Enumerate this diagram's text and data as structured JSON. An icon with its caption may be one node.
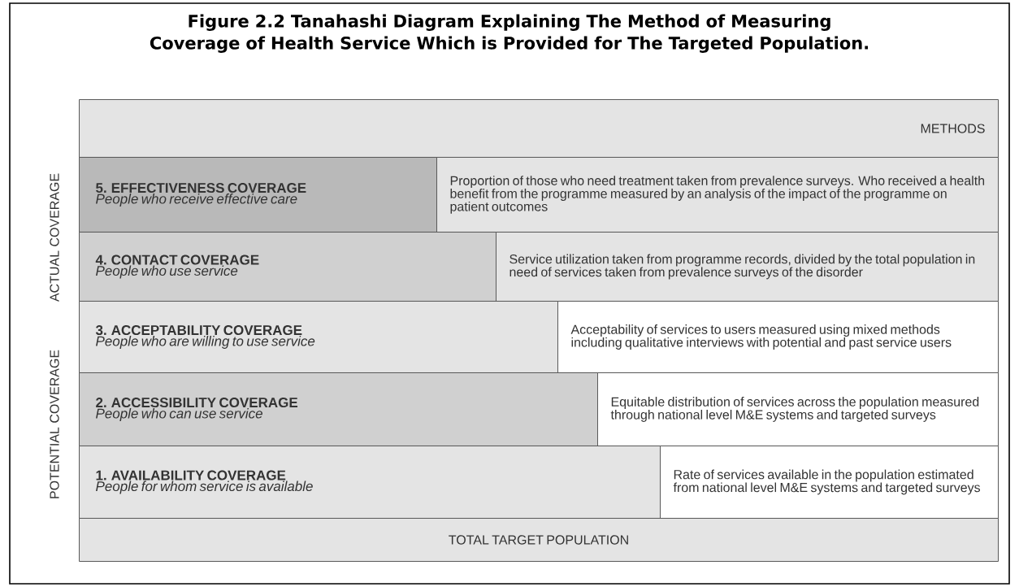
{
  "diagram": {
    "title": "Figure 2.2 Tanahashi Diagram Explaining The Method of Measuring Coverage of Health Service Which is Provided for The Targeted Population.",
    "nodes": [
      {
        "text": [
          "METHODS"
        ]
      },
      {
        "text": [
          "5. EFFECTIVENESS COVERAGE",
          "People who receive effective care"
        ]
      },
      {
        "text": [
          "Proportion of those who need treatment taken from prevalence surveys. Who received a health benefit from the programme measured by an analysis of the impact of the programme on patient outcomes"
        ]
      },
      {
        "text": [
          "4. CONTACT COVERAGE",
          "People who use service"
        ]
      },
      {
        "text": [
          "Service utilization taken from programme records, divided by the total population in need of services taken from prevalence surveys of the disorder"
        ]
      },
      {
        "text": [
          "3. ACCEPTABILITY COVERAGE",
          "People who are willing to use service"
        ]
      },
      {
        "text": [
          "Acceptability of services to users measured using mixed methods including qualitative interviews with potential and past service users"
        ]
      },
      {
        "text": [
          "2. ACCESSIBILITY COVERAGE",
          "People who can use service"
        ]
      },
      {
        "text": [
          "Equitable distribution of services across the population measured through national level M&E systems and targeted surveys"
        ]
      },
      {
        "text": [
          "1. AVAILABILITY COVERAGE",
          "People for whom service is available"
        ]
      },
      {
        "text": [
          "Rate of services available in the population estimated from national level M&E systems and targeted surveys"
        ]
      },
      {
        "text": [
          "TOTAL TARGET POPULATION"
        ]
      }
    ],
    "labels": [
      "ACTUAL COVERAGE",
      "POTENTIAL COVERAGE"
    ]
  }
}
